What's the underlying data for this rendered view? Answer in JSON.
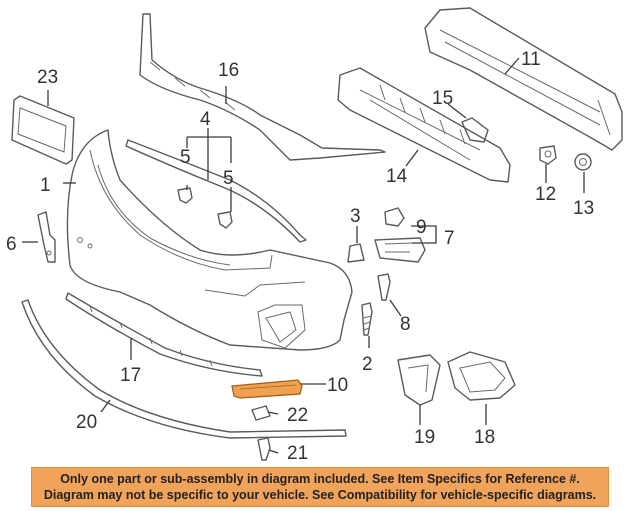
{
  "diagram": {
    "callouts": {
      "c1": "1",
      "c2": "2",
      "c3": "3",
      "c4": "4",
      "c5a": "5",
      "c5b": "5",
      "c6": "6",
      "c7": "7",
      "c8": "8",
      "c9": "9",
      "c10": "10",
      "c11": "11",
      "c12": "12",
      "c13": "13",
      "c14": "14",
      "c15": "15",
      "c16": "16",
      "c17": "17",
      "c18": "18",
      "c19": "19",
      "c20": "20",
      "c21": "21",
      "c22": "22",
      "c23": "23"
    },
    "colors": {
      "line_art": "#5a5a5a",
      "highlight_part": "#f0a050",
      "banner_background": "#f2a35a"
    },
    "highlighted_part": "10"
  },
  "banner": {
    "line1": "Only one part or sub-assembly in diagram included. See Item Specifics for Reference #.",
    "line2": "Diagram may not be specific to your vehicle. See Compatibility for vehicle-specific diagrams."
  }
}
